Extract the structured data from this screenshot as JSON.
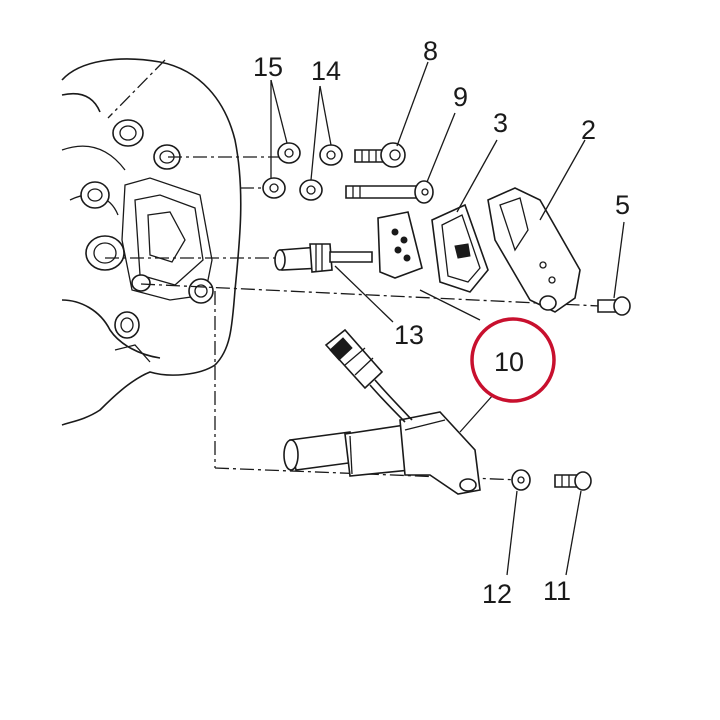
{
  "labels": {
    "l15": "15",
    "l14": "14",
    "l8": "8",
    "l9": "9",
    "l3": "3",
    "l2": "2",
    "l5": "5",
    "l13": "13",
    "l10": "10",
    "l12": "12",
    "l11": "11"
  },
  "highlight": {
    "target": "10",
    "color": "#c8102e"
  }
}
